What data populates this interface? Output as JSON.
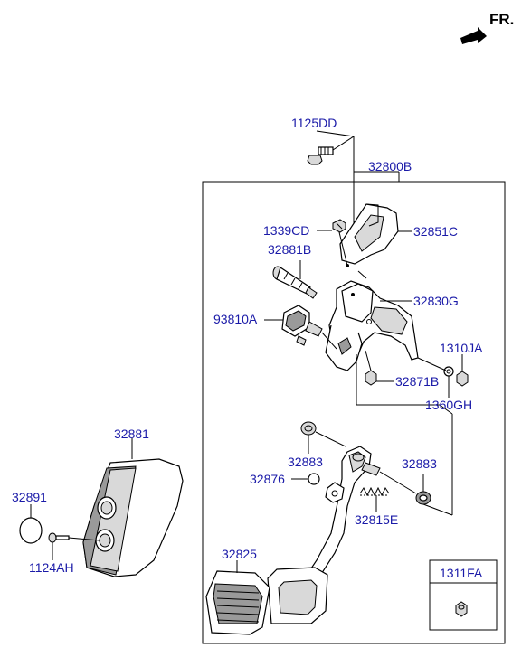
{
  "direction_label": "FR.",
  "parts": {
    "p1125DD": "1125DD",
    "p32800B": "32800B",
    "p1339CD": "1339CD",
    "p32851C": "32851C",
    "p32881B": "32881B",
    "p32830G": "32830G",
    "p93810A": "93810A",
    "p1310JA": "1310JA",
    "p32871B": "32871B",
    "p1360GH": "1360GH",
    "p32881": "32881",
    "p32891": "32891",
    "p1124AH": "1124AH",
    "p32883_left": "32883",
    "p32883_right": "32883",
    "p32876": "32876",
    "p32815E": "32815E",
    "p32825": "32825",
    "p1311FA": "1311FA"
  },
  "colors": {
    "label": "#1a1aa8",
    "line": "#000000"
  }
}
